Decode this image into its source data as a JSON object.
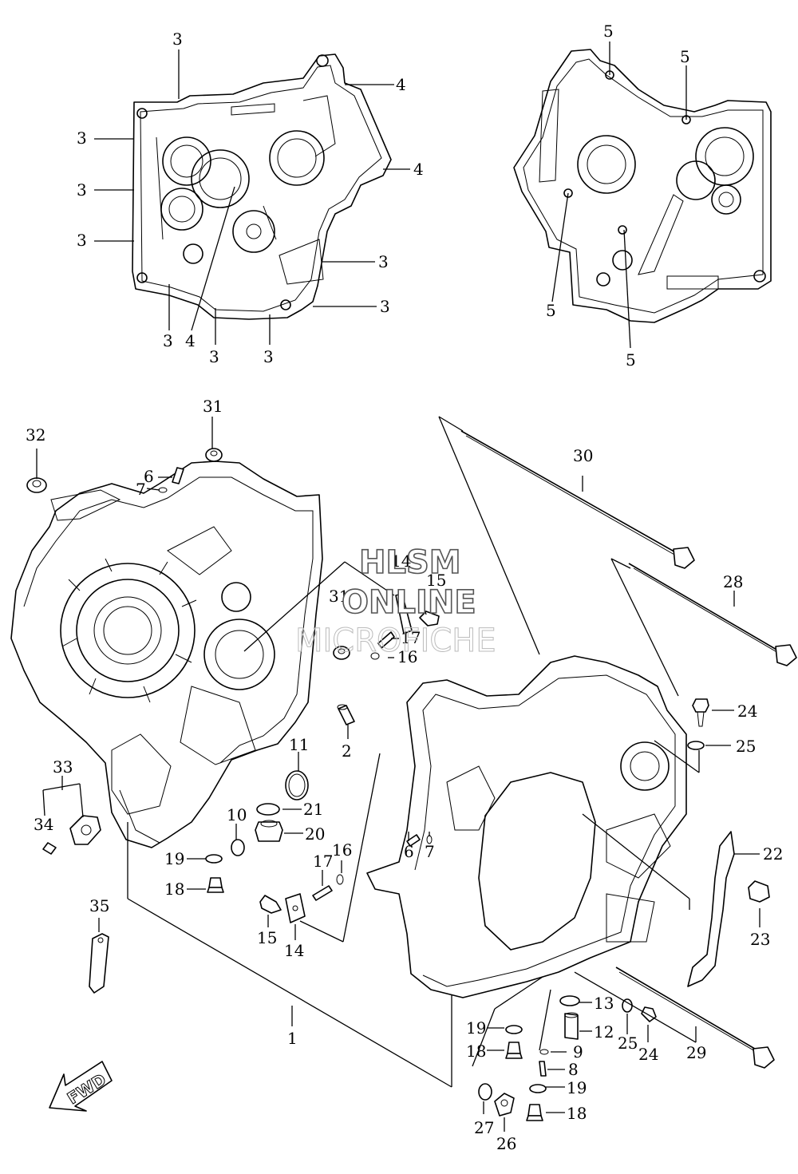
{
  "watermark": {
    "line1": "HLSM",
    "line2": "ONLINE",
    "line3": "MICROFICHE"
  },
  "direction_badge": "FWD",
  "callouts": {
    "top_left": [
      "3",
      "3",
      "3",
      "3",
      "3",
      "3",
      "3",
      "3",
      "3",
      "4",
      "4",
      "4"
    ],
    "top_right": [
      "5",
      "5",
      "5",
      "5"
    ],
    "main": [
      "1",
      "2",
      "6",
      "7",
      "8",
      "9",
      "10",
      "11",
      "12",
      "13",
      "14",
      "14",
      "15",
      "15",
      "16",
      "16",
      "17",
      "17",
      "18",
      "18",
      "18",
      "19",
      "19",
      "19",
      "20",
      "21",
      "22",
      "23",
      "24",
      "24",
      "25",
      "25",
      "26",
      "27",
      "28",
      "29",
      "30",
      "31",
      "31",
      "32",
      "33",
      "34",
      "35",
      "6",
      "7"
    ]
  }
}
